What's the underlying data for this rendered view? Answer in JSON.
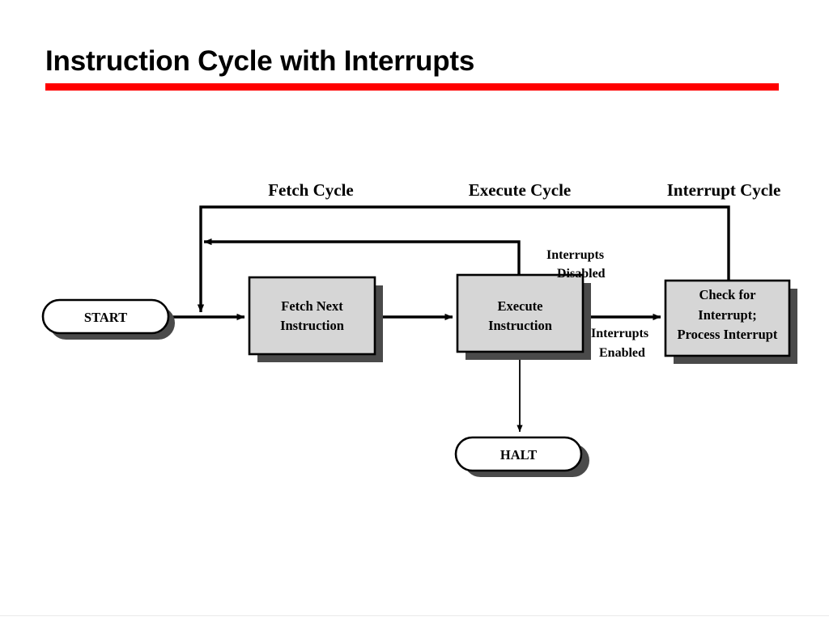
{
  "slide": {
    "title": "Instruction Cycle with Interrupts",
    "accent_color": "#ff0000",
    "background_color": "#ffffff"
  },
  "diagram": {
    "type": "flowchart",
    "fill_color": "#d6d6d6",
    "shadow_color": "#4a4a4a",
    "line_color": "#000000",
    "terminator_fill": "#ffffff",
    "cycle_labels": [
      {
        "id": "fetch-cycle",
        "text": "Fetch Cycle"
      },
      {
        "id": "execute-cycle",
        "text": "Execute Cycle"
      },
      {
        "id": "interrupt-cycle",
        "text": "Interrupt Cycle"
      }
    ],
    "nodes": [
      {
        "id": "start",
        "shape": "terminator",
        "lines": [
          "START"
        ]
      },
      {
        "id": "fetch-next-instruction",
        "shape": "process",
        "lines": [
          "Fetch Next",
          "Instruction"
        ]
      },
      {
        "id": "execute-instruction",
        "shape": "process",
        "lines": [
          "Execute",
          "Instruction"
        ]
      },
      {
        "id": "check-for-interrupt",
        "shape": "process",
        "lines": [
          "Check for",
          "Interrupt;",
          "Process Interrupt"
        ]
      },
      {
        "id": "halt",
        "shape": "terminator",
        "lines": [
          "HALT"
        ]
      }
    ],
    "edge_labels": [
      {
        "id": "interrupts-disabled",
        "lines": [
          "Interrupts",
          "Disabled"
        ]
      },
      {
        "id": "interrupts-enabled",
        "lines": [
          "Interrupts",
          "Enabled"
        ]
      }
    ],
    "edges": [
      {
        "id": "start-to-fetch",
        "from": "start",
        "to": "fetch-next-instruction"
      },
      {
        "id": "fetch-to-execute",
        "from": "fetch-next-instruction",
        "to": "execute-instruction"
      },
      {
        "id": "execute-to-check",
        "from": "execute-instruction",
        "to": "check-for-interrupt",
        "label": "interrupts-enabled"
      },
      {
        "id": "execute-to-halt",
        "from": "execute-instruction",
        "to": "halt"
      },
      {
        "id": "execute-back-to-fetch",
        "from": "execute-instruction",
        "to": "fetch-next-instruction",
        "label": "interrupts-disabled"
      },
      {
        "id": "check-back-to-fetch",
        "from": "check-for-interrupt",
        "to": "fetch-next-instruction"
      }
    ]
  }
}
